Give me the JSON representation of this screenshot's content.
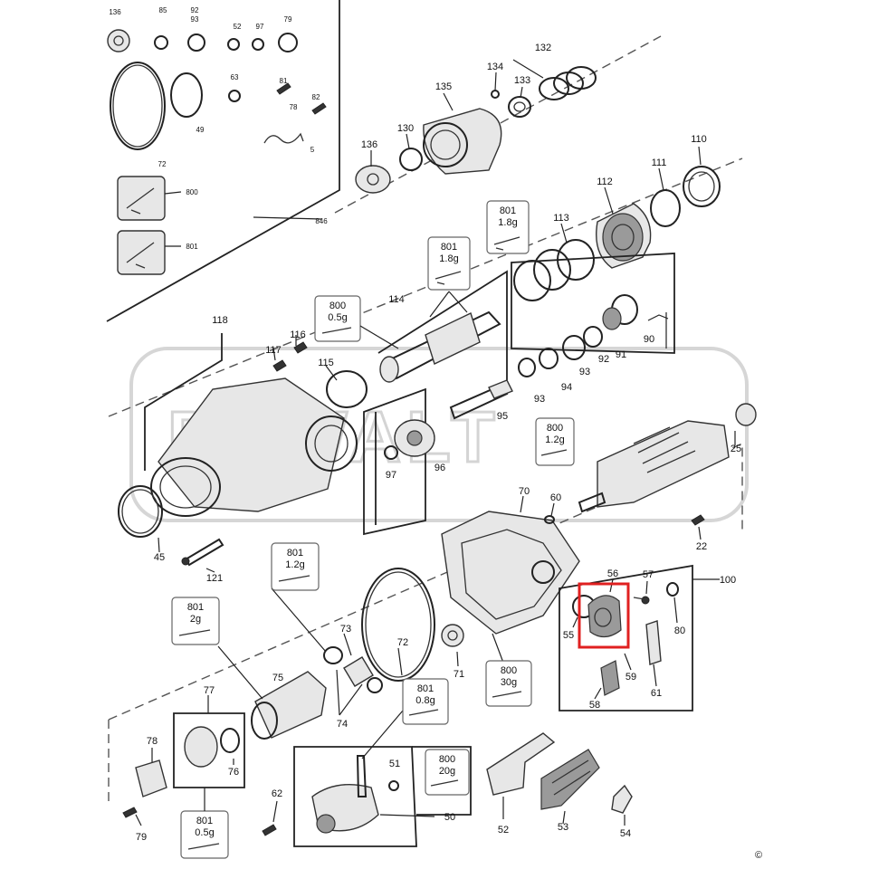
{
  "callouts": {
    "p136a": "136",
    "p85": "85",
    "p92_93": "92\n93",
    "p52a": "52",
    "p97": "97",
    "p79a": "79",
    "p63": "63",
    "p81": "81",
    "p82": "82",
    "p78a": "78",
    "p72a": "72",
    "p49": "49",
    "p5": "5",
    "p800a": "800",
    "p801a": "801",
    "p846": "846",
    "p132": "132",
    "p134": "134",
    "p133": "133",
    "p135": "135",
    "p130": "130",
    "p136": "136",
    "p110": "110",
    "p111": "111",
    "p112": "112",
    "p113": "113",
    "p114": "114",
    "p118": "118",
    "p117": "117",
    "p116": "116",
    "p115": "115",
    "p90": "90",
    "p91": "91",
    "p92": "92",
    "p93a": "93",
    "p93b": "93",
    "p94": "94",
    "p95": "95",
    "p96": "96",
    "p97b": "97",
    "p25": "25",
    "p22": "22",
    "p70": "70",
    "p60": "60",
    "p45": "45",
    "p121": "121",
    "p100": "100",
    "p56": "56",
    "p57": "57",
    "p55": "55",
    "p59": "59",
    "p58": "58",
    "p61": "61",
    "p80": "80",
    "p73": "73",
    "p72": "72",
    "p71": "71",
    "p74": "74",
    "p75": "75",
    "p77": "77",
    "p76": "76",
    "p78": "78",
    "p79": "79",
    "p62": "62",
    "p51": "51",
    "p50": "50",
    "p52": "52",
    "p53": "53",
    "p54": "54"
  },
  "grease": {
    "g801_18a": {
      "code": "801",
      "amount": "1.8g"
    },
    "g801_18b": {
      "code": "801",
      "amount": "1.8g"
    },
    "g800_05": {
      "code": "800",
      "amount": "0.5g"
    },
    "g800_12": {
      "code": "800",
      "amount": "1.2g"
    },
    "g801_12": {
      "code": "801",
      "amount": "1.2g"
    },
    "g801_2": {
      "code": "801",
      "amount": "2g"
    },
    "g800_30": {
      "code": "800",
      "amount": "30g"
    },
    "g801_08": {
      "code": "801",
      "amount": "0.8g"
    },
    "g800_20": {
      "code": "800",
      "amount": "20g"
    },
    "g801_05": {
      "code": "801",
      "amount": "0.5g"
    }
  },
  "copyright": "©",
  "highlight_color": "#e02020"
}
